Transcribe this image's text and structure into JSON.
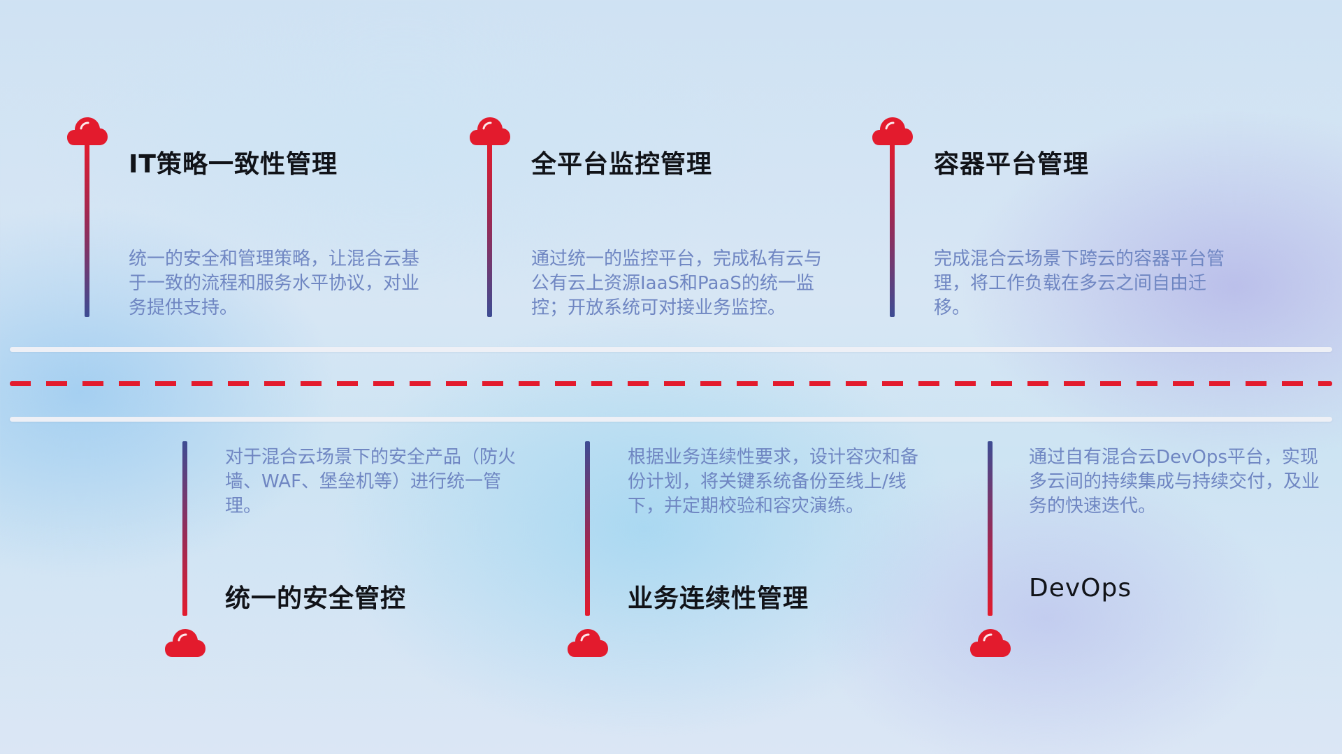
{
  "colors": {
    "accent_red": "#e31b2d",
    "accent_blue": "#3d4c93",
    "title_text": "#111318",
    "desc_text": "#6f86c2"
  },
  "icons": {
    "milestone_marker": "cloud-icon"
  },
  "top_row": [
    {
      "title": "IT策略一致性管理",
      "desc": "统一的安全和管理策略，让混合云基于一致的流程和服务水平协议，对业务提供支持。"
    },
    {
      "title": "全平台监控管理",
      "desc": "通过统一的监控平台，完成私有云与公有云上资源IaaS和PaaS的统一监控；开放系统可对接业务监控。"
    },
    {
      "title": "容器平台管理",
      "desc": "完成混合云场景下跨云的容器平台管理，将工作负载在多云之间自由迁移。"
    }
  ],
  "bottom_row": [
    {
      "title": "统一的安全管控",
      "desc": "对于混合云场景下的安全产品（防火墙、WAF、堡垒机等）进行统一管理。"
    },
    {
      "title": "业务连续性管理",
      "desc": "根据业务连续性要求，设计容灾和备份计划，将关键系统备份至线上/线下，并定期校验和容灾演练。"
    },
    {
      "title": "DevOps",
      "desc": "通过自有混合云DevOps平台，实现多云间的持续集成与持续交付，及业务的快速迭代。"
    }
  ]
}
